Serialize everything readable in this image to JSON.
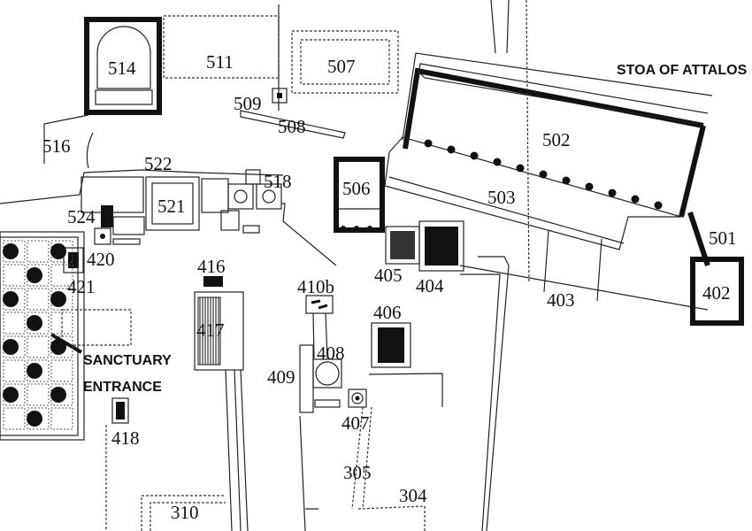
{
  "title": "STOA OF ATTALOS",
  "sanctuary_label": [
    "SANCTUARY",
    "ENTRANCE"
  ],
  "buildings": {
    "b514": "514",
    "b511": "511",
    "b507": "507",
    "b509": "509",
    "b508": "508",
    "b516": "516",
    "b522": "522",
    "b518": "518",
    "b506": "506",
    "b521": "521",
    "b524": "524",
    "b420": "420",
    "b421": "421",
    "b416": "416",
    "b410b": "410b",
    "b417": "417",
    "b408": "408",
    "b409": "409",
    "b406": "406",
    "b407": "407",
    "b418": "418",
    "b305": "305",
    "b304": "304",
    "b310": "310",
    "b405": "405",
    "b404": "404",
    "b403": "403",
    "b402": "402",
    "b501": "501",
    "b502": "502",
    "b503": "503"
  }
}
